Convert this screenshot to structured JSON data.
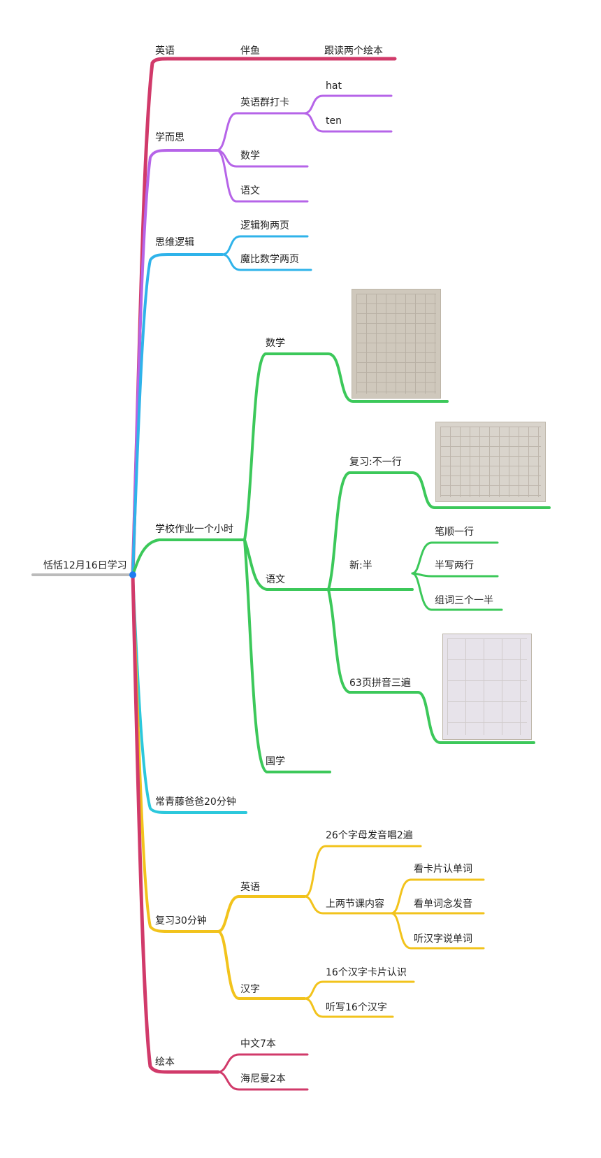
{
  "root": {
    "label": "恬恬12月16日学习"
  },
  "branches": {
    "english": {
      "label": "英语",
      "child": "伴鱼",
      "leaf": "跟读两个绘本"
    },
    "xueersi": {
      "label": "学而思",
      "card": "英语群打卡",
      "hat": "hat",
      "ten": "ten",
      "math": "数学",
      "chinese": "语文"
    },
    "logic": {
      "label": "思维逻辑",
      "a": "逻辑狗两页",
      "b": "魔比数学两页"
    },
    "homework": {
      "label": "学校作业一个小时",
      "math": "数学",
      "chinese": "语文",
      "review": "复习:不一行",
      "new": "新:半",
      "stroke": "笔顺一行",
      "half": "半写两行",
      "words": "组词三个一半",
      "pinyin": "63页拼音三遍",
      "guoxue": "国学"
    },
    "ivy": {
      "label": "常青藤爸爸20分钟"
    },
    "review30": {
      "label": "复习30分钟",
      "english": "英语",
      "letters": "26个字母发音唱2遍",
      "lessons": "上两节课内容",
      "cards": "看卡片认单词",
      "pron": "看单词念发音",
      "listen": "听汉字说单词",
      "hanzi": "汉字",
      "hcards": "16个汉字卡片认识",
      "dictation": "听写16个汉字"
    },
    "books": {
      "label": "绘本",
      "cn": "中文7本",
      "hn": "海尼曼2本"
    }
  },
  "colors": {
    "english": "#d13a6a",
    "xueersi": "#b664e8",
    "logic": "#2fb3ea",
    "homework": "#3cc85a",
    "ivy": "#2cc8dc",
    "review30": "#f2c31c",
    "books": "#d13a6a",
    "root_line": "#bbbbbb",
    "root_dot": "#1e7cf0"
  },
  "icons": {
    "photo1": "photo-thumbnail",
    "photo2": "photo-thumbnail",
    "photo3": "photo-thumbnail"
  }
}
